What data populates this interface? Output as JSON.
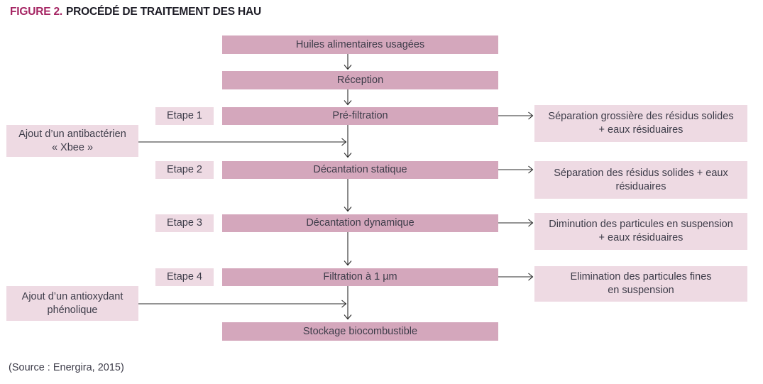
{
  "title": {
    "figure_label": "FIGURE 2.",
    "title_text": "PROCÉDÉ DE TRAITEMENT DES HAU"
  },
  "colors": {
    "accent": "#a52563",
    "process_box_fill": "#d4a7bc",
    "side_box_fill": "#eedae3",
    "text": "#3d3c49",
    "arrow": "#2a2a2a"
  },
  "process_steps": [
    {
      "label": "Huiles alimentaires usagées"
    },
    {
      "label": "Réception"
    },
    {
      "label": "Pré-filtration"
    },
    {
      "label": "Décantation statique"
    },
    {
      "label": "Décantation dynamique"
    },
    {
      "label": "Filtration à 1 µm"
    },
    {
      "label": "Stockage biocombustible"
    }
  ],
  "stage_labels": [
    {
      "label": "Etape 1"
    },
    {
      "label": "Etape 2"
    },
    {
      "label": "Etape 3"
    },
    {
      "label": "Etape 4"
    }
  ],
  "additives": [
    {
      "line1": "Ajout d’un antibactérien",
      "line2": "« Xbee »"
    },
    {
      "line1": "Ajout d’un antioxydant",
      "line2": "phénolique"
    }
  ],
  "outputs": [
    {
      "line1": "Séparation grossière des résidus solides",
      "line2": "+ eaux résiduaires"
    },
    {
      "line1": "Séparation des résidus solides + eaux",
      "line2": "résiduaires"
    },
    {
      "line1": "Diminution des particules en suspension",
      "line2": "+ eaux résiduaires"
    },
    {
      "line1": "Elimination des particules fines",
      "line2": "en suspension"
    }
  ],
  "source_note": "(Source : Energira, 2015)"
}
